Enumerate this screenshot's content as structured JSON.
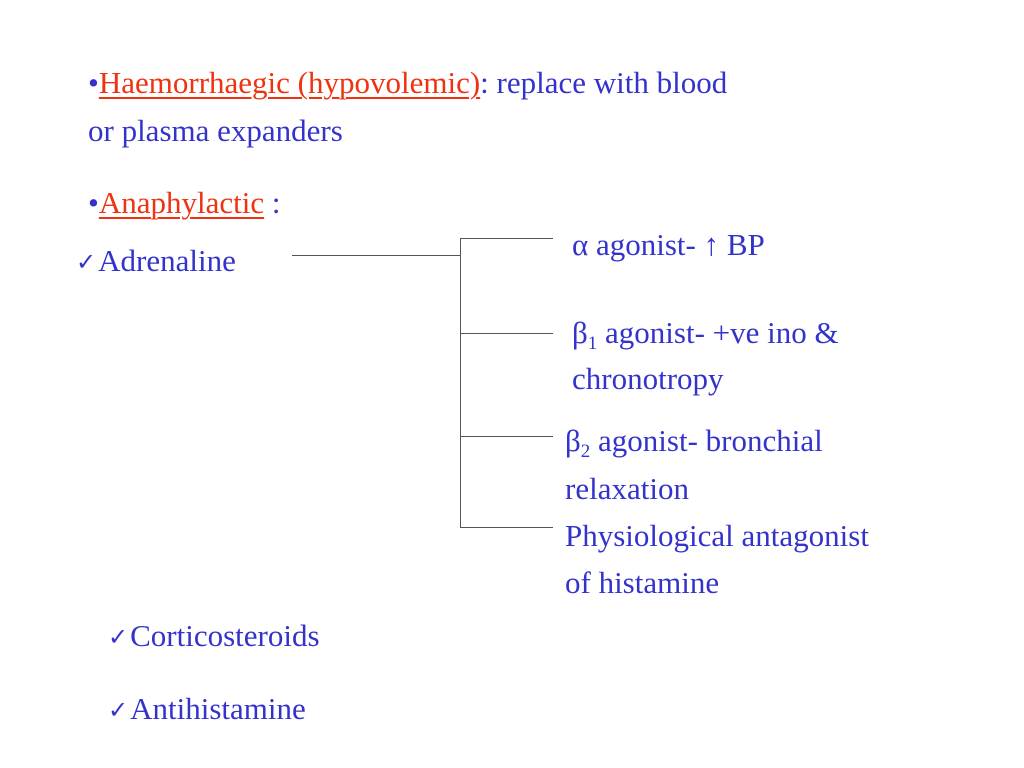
{
  "slide": {
    "haemorrhagic": {
      "bullet": "•",
      "term": "Haemorrhaegic (hypovolemic)",
      "text_line1": ": replace with blood",
      "text_line2": "or plasma expanders"
    },
    "anaphylactic": {
      "bullet": "•",
      "term": "Anaphylactic",
      "suffix": " :"
    },
    "adrenaline": {
      "check": "✓",
      "label": "Adrenaline"
    },
    "effects": {
      "alpha": {
        "symbol": "α",
        "text": " agonist- ",
        "arrow": "↑",
        "text2": " BP"
      },
      "beta1": {
        "symbol": "β",
        "sub": "1",
        "text_line1": " agonist- +ve ino &",
        "text_line2": "chronotropy"
      },
      "beta2": {
        "symbol": "β",
        "sub": "2",
        "text_line1": " agonist- bronchial",
        "text_line2": "relaxation"
      },
      "physio": {
        "text_line1": "Physiological antagonist",
        "text_line2": "of histamine"
      }
    },
    "corticosteroids": {
      "check": "✓",
      "label": "Corticosteroids"
    },
    "antihistamine": {
      "check": "✓",
      "label": "Antihistamine"
    }
  }
}
